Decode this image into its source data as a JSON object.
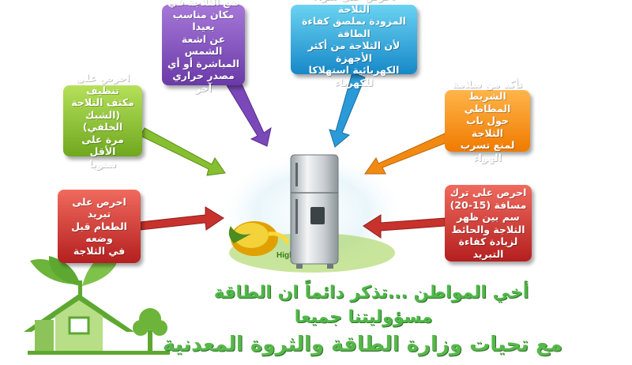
{
  "tips": {
    "placement": "ضع الثلاجة في\nمكان مناسب بعيدا\nعن اشعة الشمس\nالمباشرة أو أي\nمصدر حراري آخر",
    "energy_label": "احرص على شراء الثلاجة\nالمزودة بملصق كفاءة الطاقة\nلأن الثلاجة من أكثر الأجهزة\nالكهربائية استهلاكا للكهرباء",
    "cleaning": "احرص على تنظيف\nمكثف الثلاجة\n(الشبك الخلفي)\nمرة على الأقل\nسنويا",
    "seal": "تأكد من سلامة\nالشريط المطاطي\nحول باب الثلاجة\nلمنع تسرب الهواء",
    "cooling": "احرص على تبريد\nالطعام قبل وضعه\nفي الثلاجة",
    "spacing": "احرص على ترك\nمسافة (15-20)\nسم بين ظهر\nالثلاجة والحائط\nلزيادة كفاءة التبريد"
  },
  "footer": {
    "line1": "أخي المواطن ...تذكر دائماً ان الطاقة",
    "line2": "مسؤوليتنا جميعا",
    "line3": "مع تحيات وزارة الطاقة والثروة المعدنية"
  },
  "colors": {
    "purple": "#7a48b8",
    "blue": "#2a9ad8",
    "green": "#86bf2f",
    "orange": "#f28a12",
    "red": "#c8322c",
    "footer_green": "#4fb848"
  }
}
